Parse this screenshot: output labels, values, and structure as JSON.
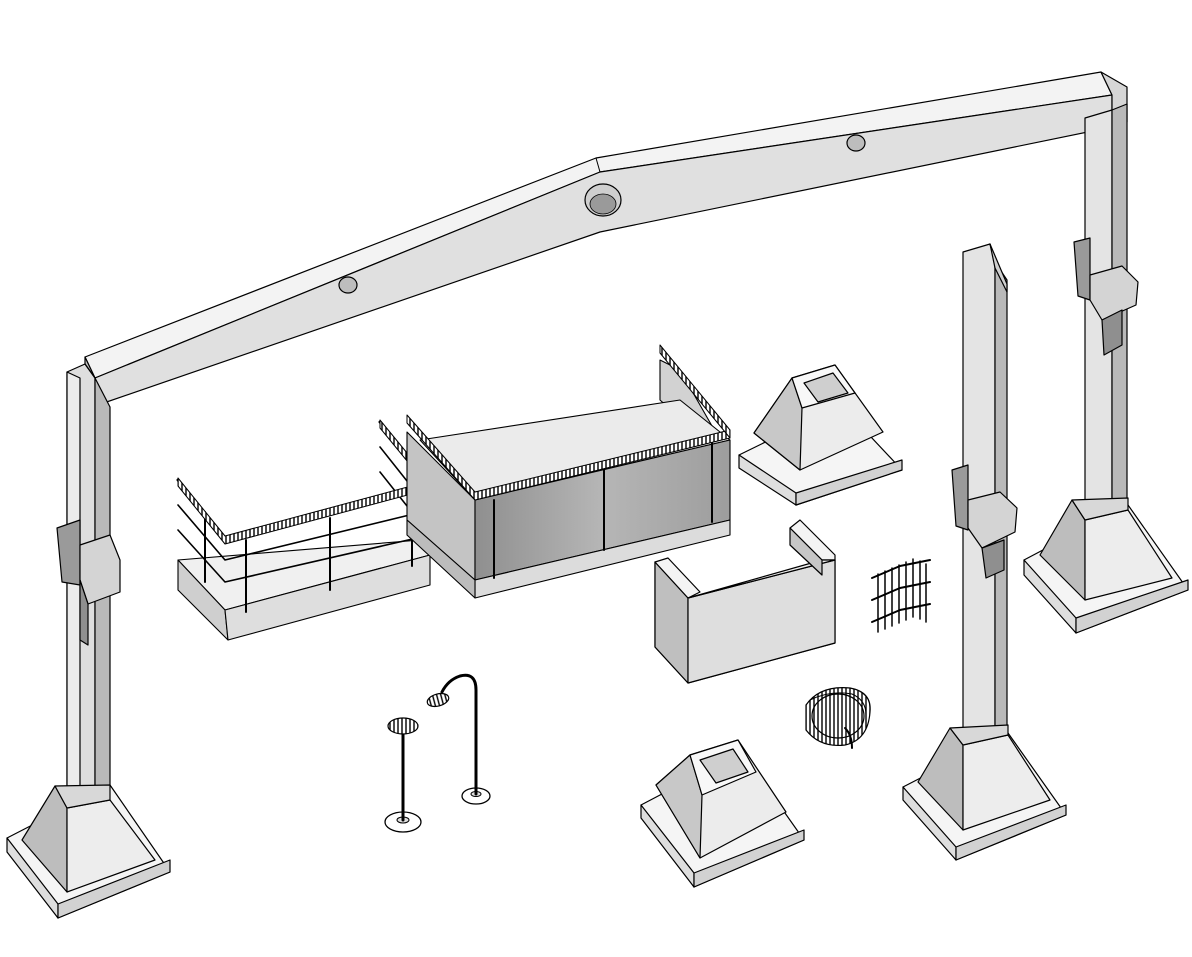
{
  "scene": {
    "kind": "isometric-3d-model-view",
    "background": "#ffffff",
    "colors": {
      "face_light": "#f2f2f2",
      "face_mid": "#dcdcdc",
      "face_dark": "#b4b4b4",
      "face_darkest": "#8f8f8f",
      "glass": "#a8a8a8",
      "edge": "#000000"
    },
    "components": [
      {
        "name": "portal-frame-beam"
      },
      {
        "name": "portal-frame-left-column"
      },
      {
        "name": "portal-frame-right-column"
      },
      {
        "name": "standalone-column"
      },
      {
        "name": "column-footings"
      },
      {
        "name": "empty-socket-footings"
      },
      {
        "name": "glass-balcony-with-railing"
      },
      {
        "name": "open-balcony-with-railing"
      },
      {
        "name": "u-shaped-wall-module"
      },
      {
        "name": "rebar-cage"
      },
      {
        "name": "spiral-rebar"
      },
      {
        "name": "straight-lamp-post"
      },
      {
        "name": "curved-lamp-post"
      }
    ]
  }
}
